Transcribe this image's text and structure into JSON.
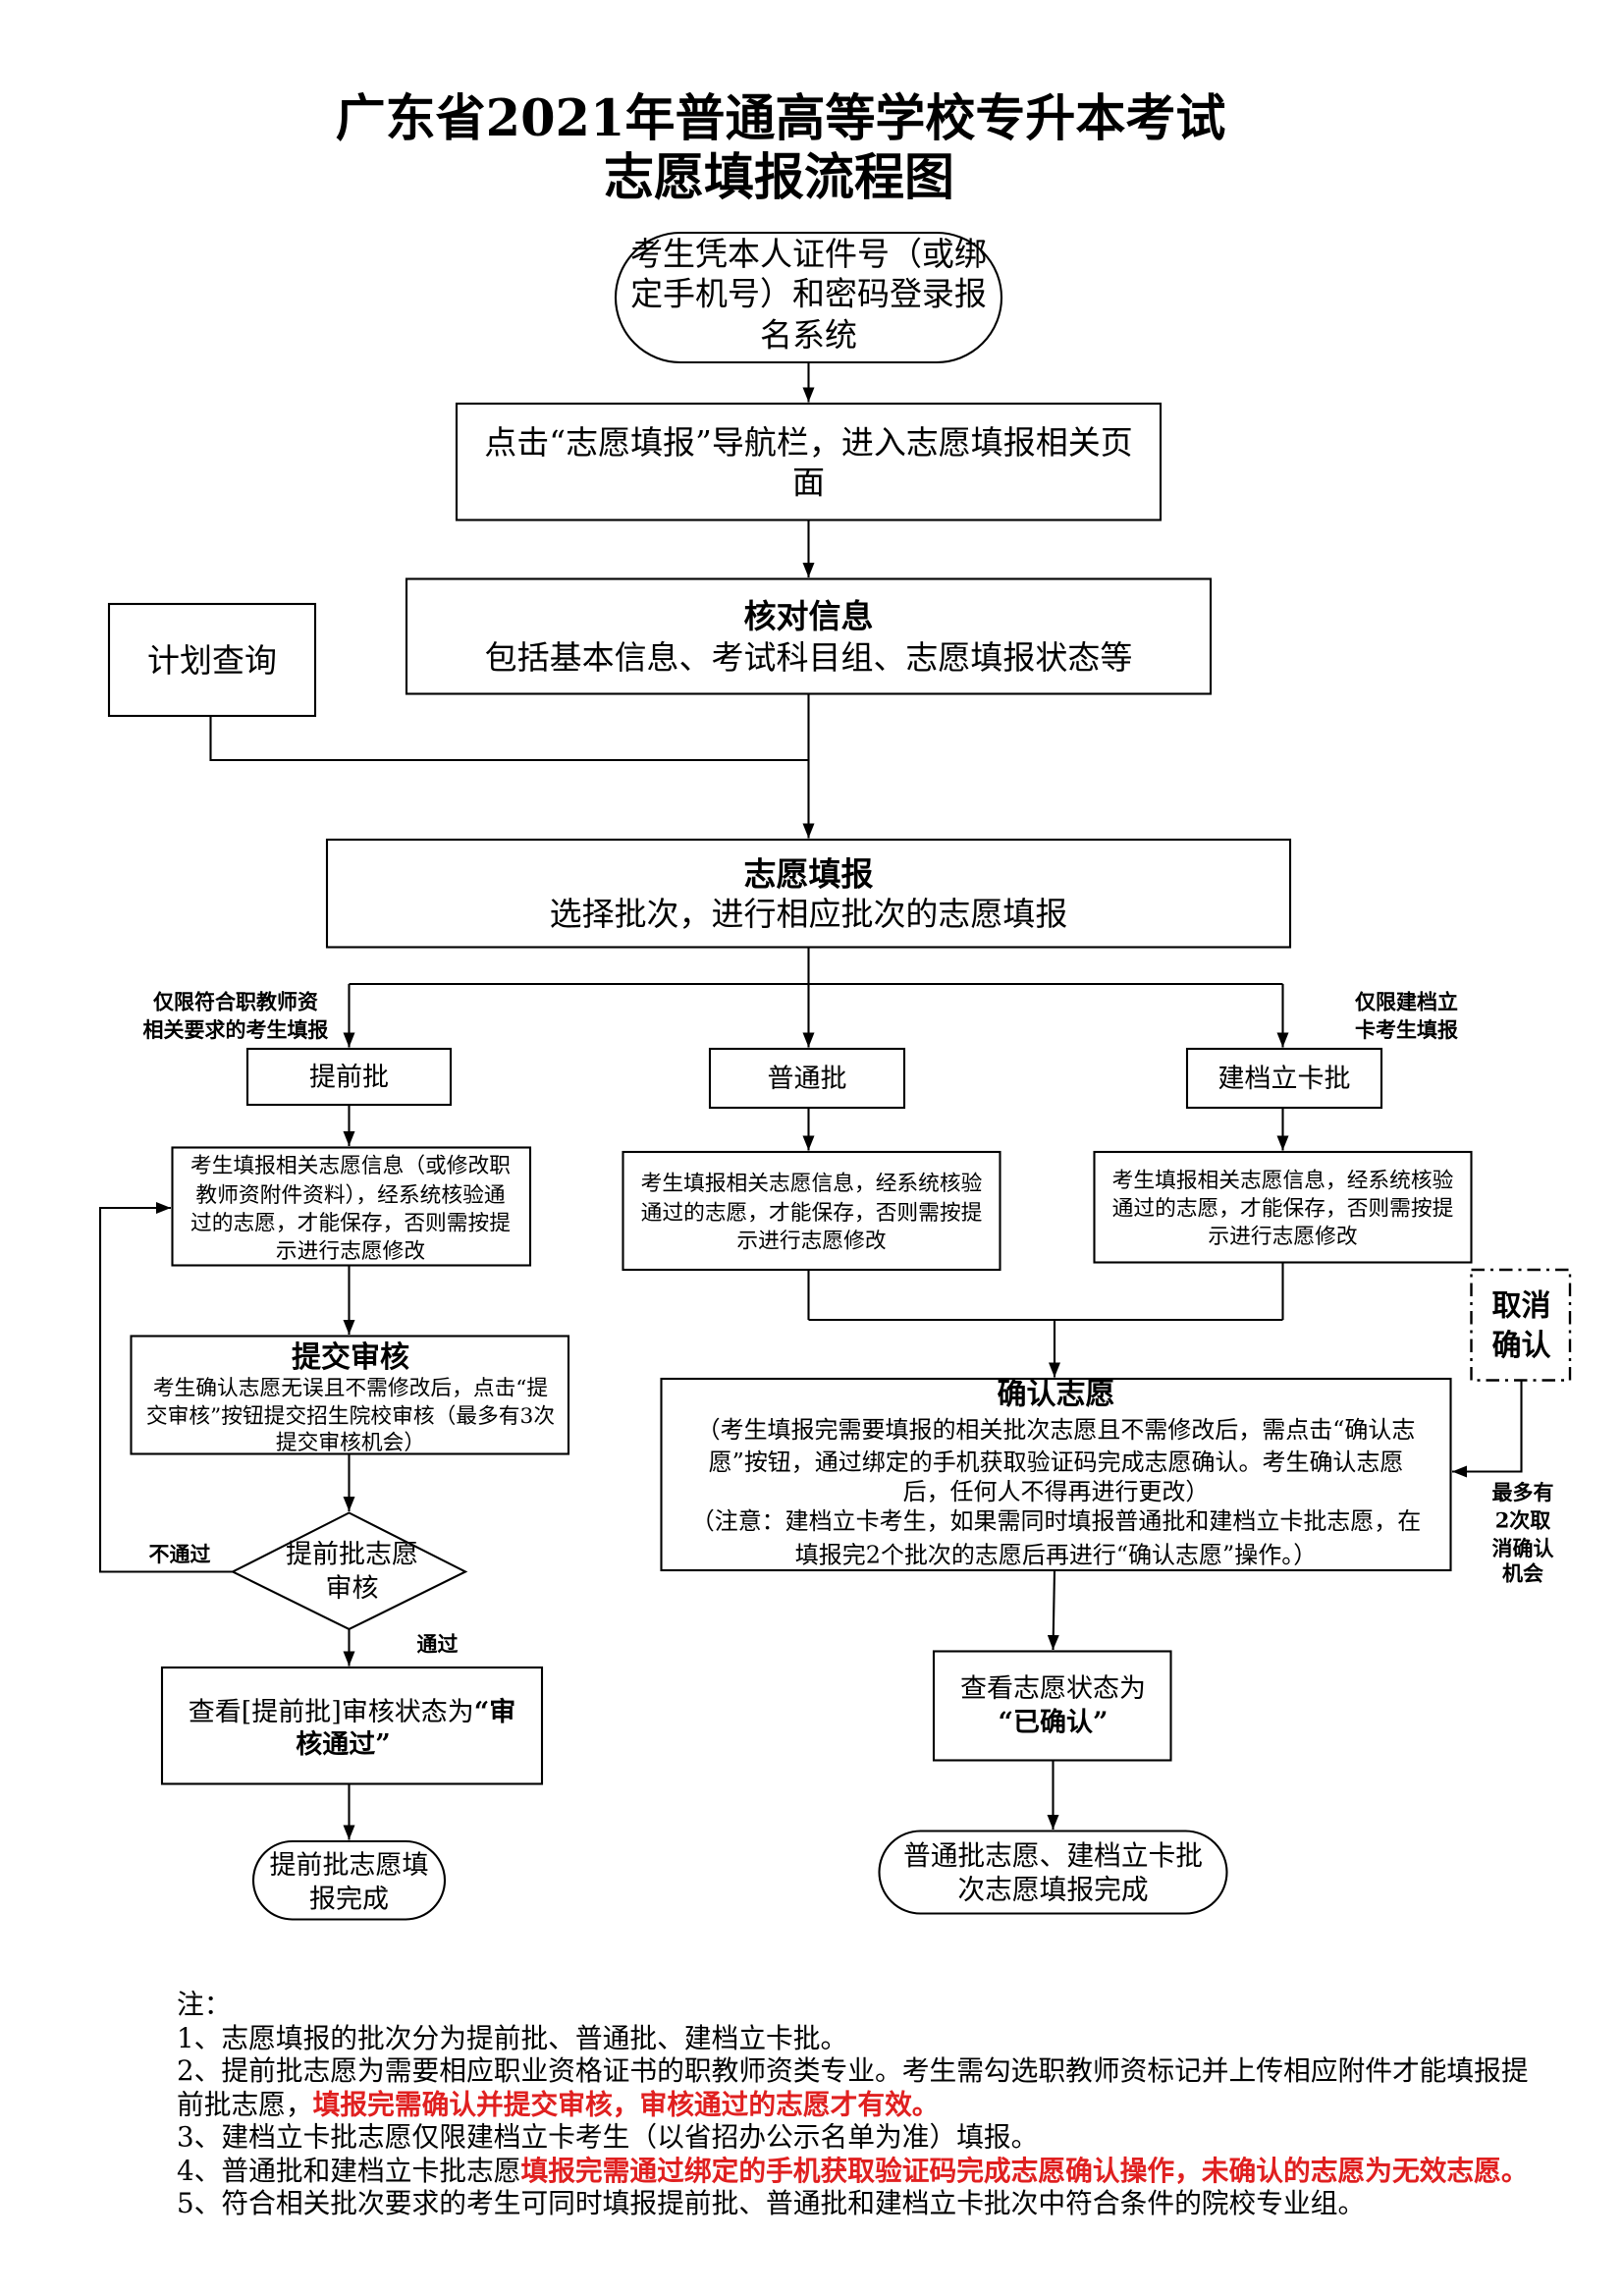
{
  "title": {
    "line1": "广东省2021年普通高等学校专升本考试",
    "line2": "志愿填报流程图"
  },
  "colors": {
    "line": "#000000",
    "background": "#ffffff",
    "emphasis": "#e02020"
  },
  "nodes": {
    "login": {
      "lines": [
        "考生凭本人证件号（或绑",
        "定手机号）和密码登录报",
        "名系统"
      ]
    },
    "navigate": {
      "lines": [
        "点击“志愿填报”导航栏，进入志愿填报相关页",
        "面"
      ]
    },
    "verify": {
      "heading": "核对信息",
      "text": "包括基本信息、考试科目组、志愿填报状态等"
    },
    "plan_query": {
      "label": "计划查询"
    },
    "fill": {
      "heading": "志愿填报",
      "text": "选择批次，进行相应批次的志愿填报"
    },
    "batch_conditions": {
      "early": [
        "仅限符合职教师资",
        "相关要求的考生填报"
      ],
      "poverty": [
        "仅限建档立",
        "卡考生填报"
      ]
    },
    "batches": {
      "early": "提前批",
      "regular": "普通批",
      "poverty": "建档立卡批"
    },
    "early_fill": {
      "lines": [
        "考生填报相关志愿信息（或修改职",
        "教师资附件资料），经系统核验通",
        "过的志愿，才能保存，否则需按提",
        "示进行志愿修改"
      ]
    },
    "regular_fill": {
      "lines": [
        "考生填报相关志愿信息，经系统核验",
        "通过的志愿，才能保存，否则需按提",
        "示进行志愿修改"
      ]
    },
    "poverty_fill": {
      "lines": [
        "考生填报相关志愿信息，经系统核验",
        "通过的志愿，才能保存，否则需按提",
        "示进行志愿修改"
      ]
    },
    "submit_review": {
      "heading": "提交审核",
      "lines": [
        "考生确认志愿无误且不需修改后，点击“提",
        "交审核”按钮提交招生院校审核（最多有3次",
        "提交审核机会）"
      ]
    },
    "review_decision": {
      "lines": [
        "提前批志愿",
        "审核"
      ],
      "fail": "不通过",
      "pass": "通过"
    },
    "early_status": {
      "line1_normal": "查看[提前批]审核状态为",
      "line1_bold": "“审",
      "line2_bold": "核通过”"
    },
    "early_done": {
      "lines": [
        "提前批志愿填",
        "报完成"
      ]
    },
    "confirm": {
      "heading": "确认志愿",
      "lines": [
        "（考生填报完需要填报的相关批次志愿且不需修改后，需点击“确认志",
        "愿”按钮，通过绑定的手机获取验证码完成志愿确认。考生确认志愿",
        "后，任何人不得再进行更改）",
        "（注意：建档立卡考生，如果需同时填报普通批和建档立卡批志愿，在",
        "填报完2个批次的志愿后再进行“确认志愿”操作。）"
      ]
    },
    "cancel_confirm": {
      "lines": [
        "取消",
        "确认"
      ],
      "note": [
        "最多有",
        "2次取",
        "消确认",
        "机会"
      ]
    },
    "confirm_status": {
      "line1": "查看志愿状态为",
      "line2_bold": "“已确认”"
    },
    "regular_done": {
      "lines": [
        "普通批志愿、建档立卡批",
        "次志愿填报完成"
      ]
    }
  },
  "notes": {
    "header": "注：",
    "item1": "1、志愿填报的批次分为提前批、普通批、建档立卡批。",
    "item2_line1": "2、提前批志愿为需要相应职业资格证书的职教师资类专业。考生需勾选职教师资标记并上传相应附件才能填报提",
    "item2_line2": "前批志愿，",
    "item2_emphasis": "填报完需确认并提交审核，审核通过的志愿才有效。",
    "item3": "3、建档立卡批志愿仅限建档立卡考生（以省招办公示名单为准）填报。",
    "item4": "4、普通批和建档立卡批志愿",
    "item4_emphasis": "填报完需通过绑定的手机获取验证码完成志愿确认操作，未确认的志愿为无效志愿。",
    "item5": "5、符合相关批次要求的考生可同时填报提前批、普通批和建档立卡批次中符合条件的院校专业组。"
  }
}
